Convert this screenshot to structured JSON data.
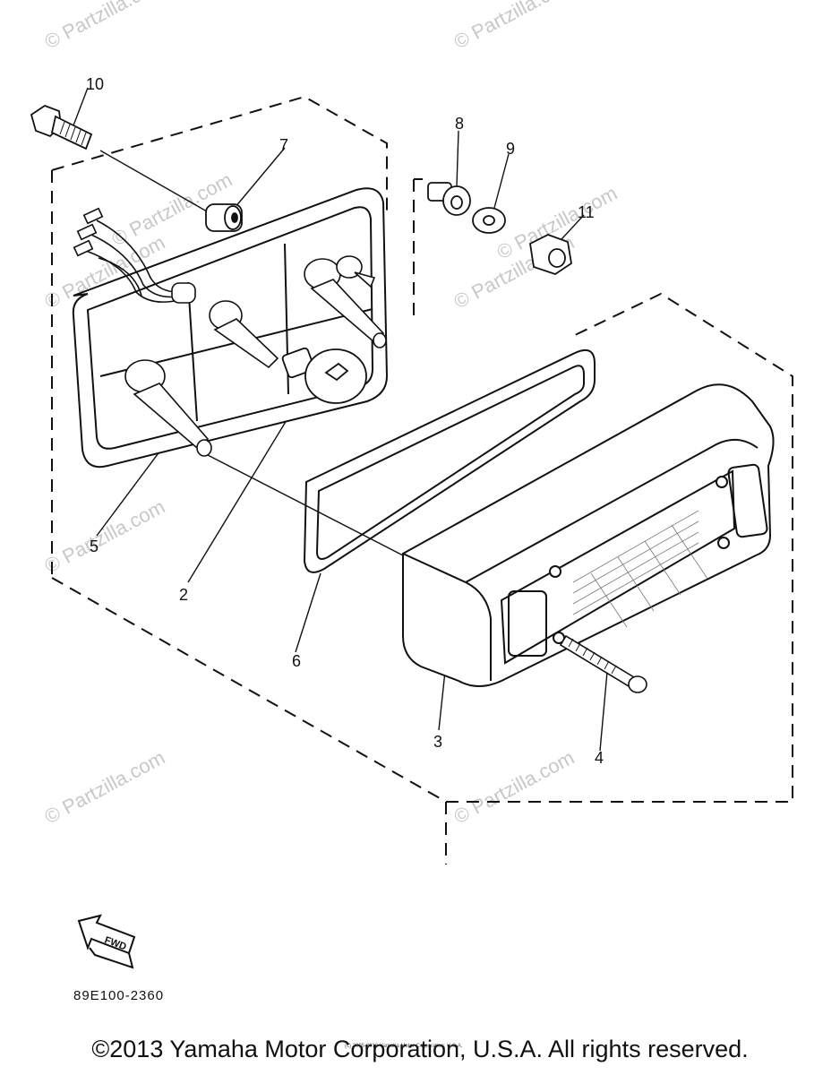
{
  "callouts": {
    "c1": "10",
    "c2": "7",
    "c3": "8",
    "c4": "9",
    "c5": "11",
    "c6": "5",
    "c7": "2",
    "c8": "6",
    "c9": "3",
    "c10": "4"
  },
  "watermarks": {
    "w1": "© Partzilla.com",
    "w2": "© Partzilla.com",
    "w3": "© Partzilla.com",
    "w4": "© Partzilla.com",
    "w5": "© Partzilla.com",
    "w6": "© Partzilla.com",
    "w7": "© Partzilla.com",
    "w8": "© Partzilla.com",
    "w9": "© Partzilla.com",
    "w10": "© Partzilla.com"
  },
  "fwd_label": "FWD",
  "diagram_code": "89E100-2360",
  "small_notice": "(c) 2005-2016 Yamaha Motor Corporation, U.S.A.",
  "copyright": "©2013 Yamaha Motor Corporation, U.S.A. All rights reserved."
}
